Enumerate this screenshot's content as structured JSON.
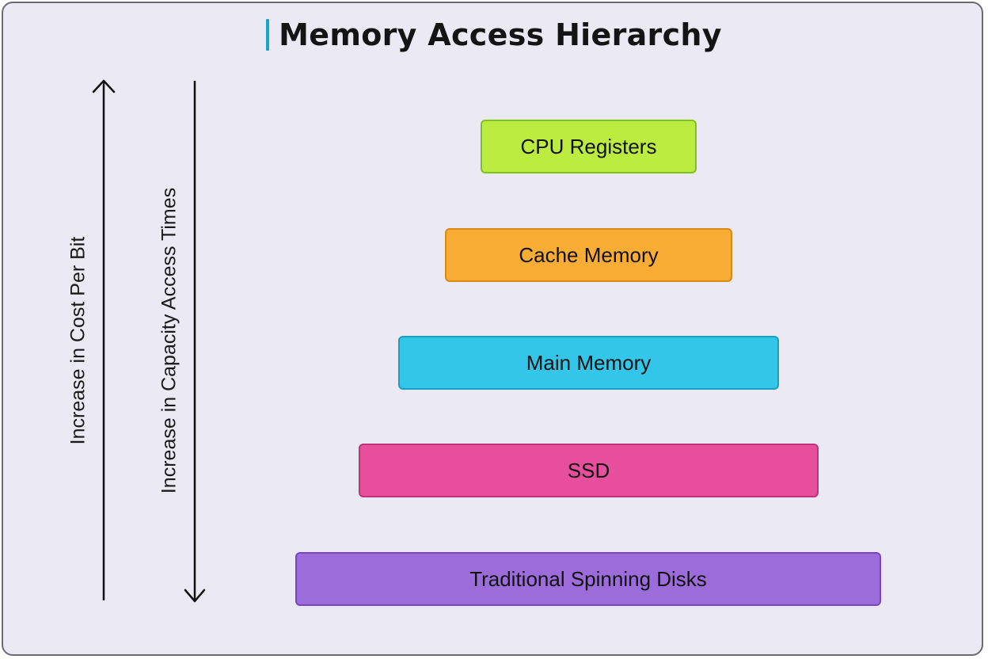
{
  "title": "Memory Access Hierarchy",
  "axes": {
    "left_label": "Increase in Cost Per Bit",
    "right_label": "Increase in Capacity Access Times"
  },
  "tiers": [
    {
      "label": "CPU Registers",
      "fill": "#bbec3f",
      "border": "#7fc21a"
    },
    {
      "label": "Cache Memory",
      "fill": "#f9ad34",
      "border": "#d98a16"
    },
    {
      "label": "Main Memory",
      "fill": "#33c6e8",
      "border": "#1b9fc0"
    },
    {
      "label": "SSD",
      "fill": "#e74f9c",
      "border": "#c13378"
    },
    {
      "label": "Traditional Spinning Disks",
      "fill": "#9c6cdb",
      "border": "#7a45c2"
    }
  ]
}
